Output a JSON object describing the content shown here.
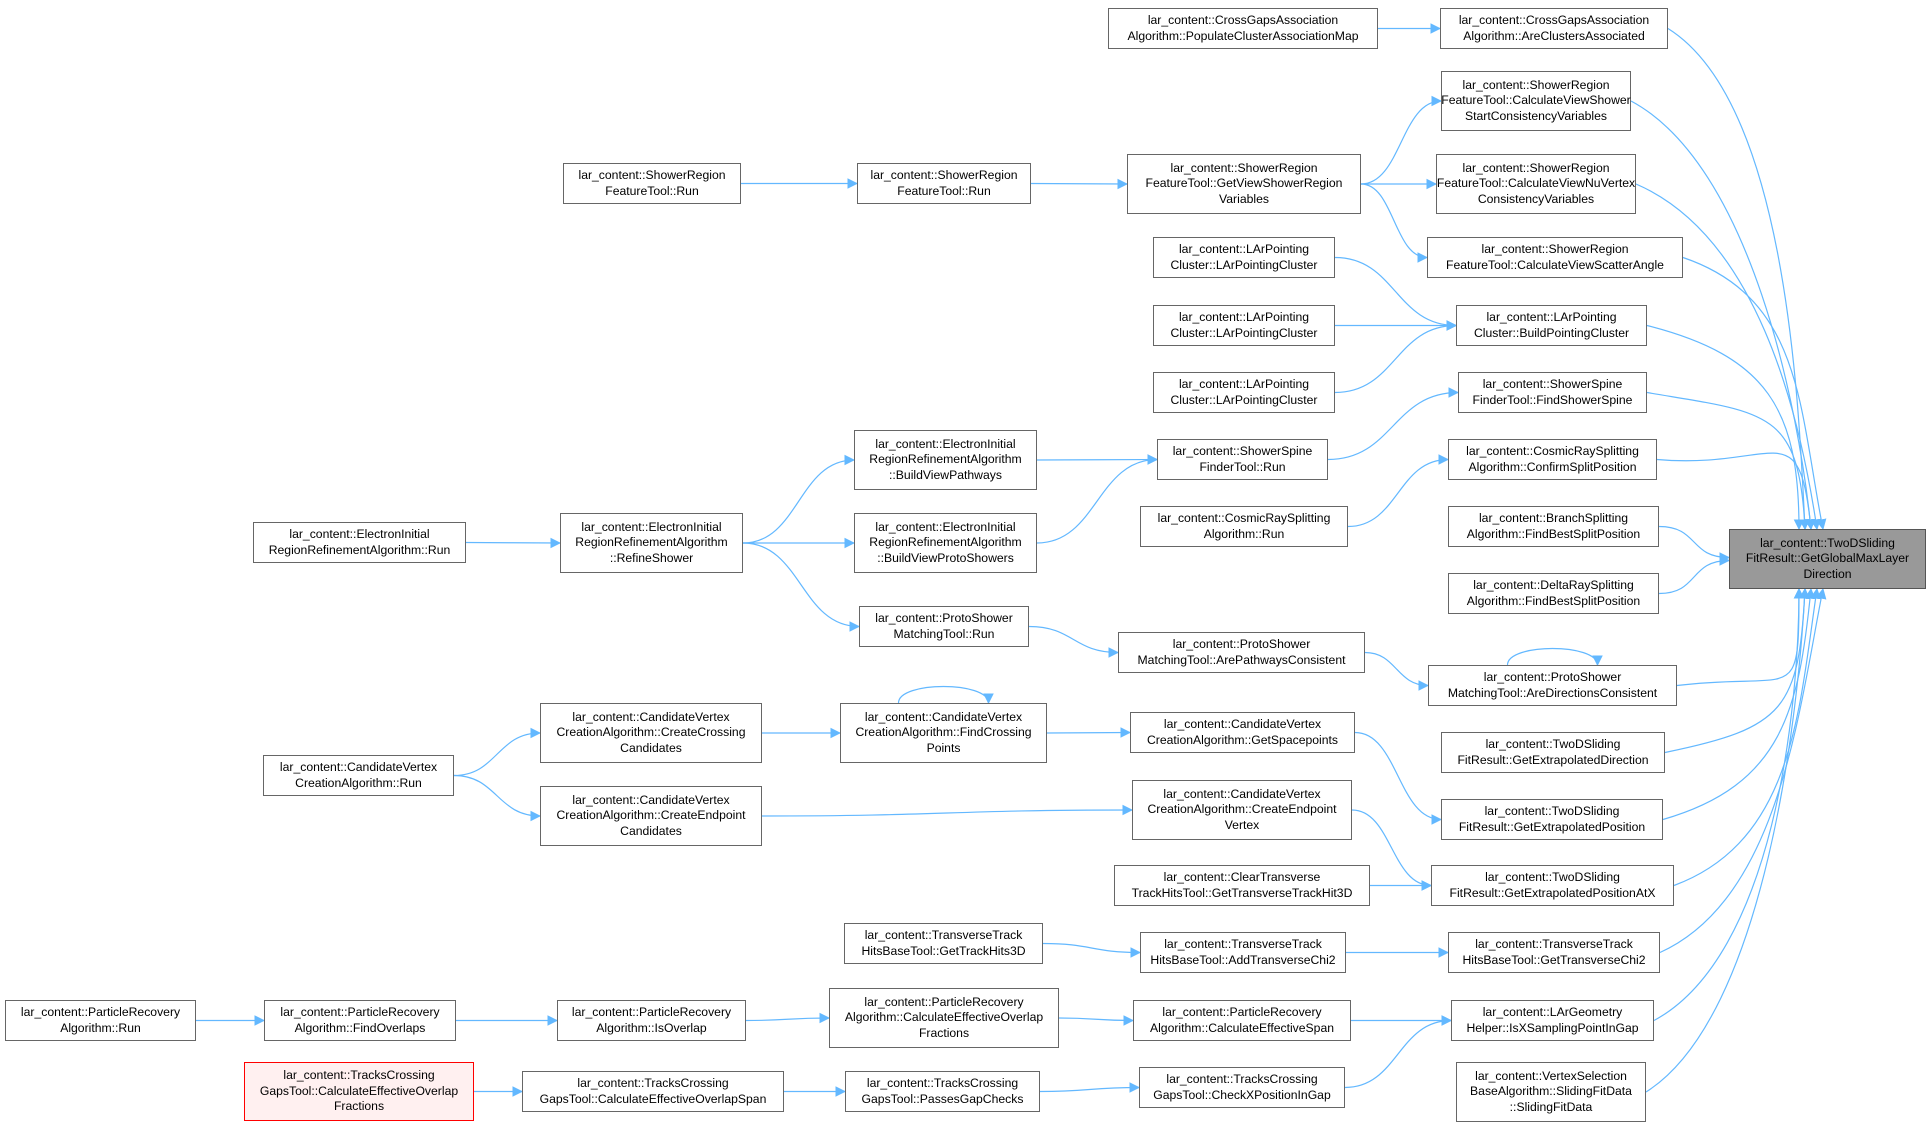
{
  "colors": {
    "edge": "#63b8ff",
    "node_border": "#666666",
    "root_fill": "#999999",
    "highlight_border": "#ff0000",
    "highlight_fill": "#fff0f0"
  },
  "nodes": [
    {
      "id": "root",
      "lines": [
        "lar_content::TwoDSliding",
        "FitResult::GetGlobalMaxLayer",
        "Direction"
      ],
      "kind": "root"
    },
    {
      "id": "cg_assoc",
      "lines": [
        "lar_content::CrossGapsAssociation",
        "Algorithm::AreClustersAssociated"
      ]
    },
    {
      "id": "cg_populate",
      "lines": [
        "lar_content::CrossGapsAssociation",
        "Algorithm::PopulateClusterAssociationMap"
      ]
    },
    {
      "id": "sr_start",
      "lines": [
        "lar_content::ShowerRegion",
        "FeatureTool::CalculateViewShower",
        "StartConsistencyVariables"
      ]
    },
    {
      "id": "sr_nuvertex",
      "lines": [
        "lar_content::ShowerRegion",
        "FeatureTool::CalculateViewNuVertex",
        "ConsistencyVariables"
      ]
    },
    {
      "id": "sr_scatter",
      "lines": [
        "lar_content::ShowerRegion",
        "FeatureTool::CalculateViewScatterAngle"
      ]
    },
    {
      "id": "sr_getview",
      "lines": [
        "lar_content::ShowerRegion",
        "FeatureTool::GetViewShowerRegion",
        "Variables"
      ]
    },
    {
      "id": "sr_run2",
      "lines": [
        "lar_content::ShowerRegion",
        "FeatureTool::Run"
      ]
    },
    {
      "id": "sr_run1",
      "lines": [
        "lar_content::ShowerRegion",
        "FeatureTool::Run"
      ]
    },
    {
      "id": "lpc_build",
      "lines": [
        "lar_content::LArPointing",
        "Cluster::BuildPointingCluster"
      ]
    },
    {
      "id": "lpc1",
      "lines": [
        "lar_content::LArPointing",
        "Cluster::LArPointingCluster"
      ]
    },
    {
      "id": "lpc2",
      "lines": [
        "lar_content::LArPointing",
        "Cluster::LArPointingCluster"
      ]
    },
    {
      "id": "lpc3",
      "lines": [
        "lar_content::LArPointing",
        "Cluster::LArPointingCluster"
      ]
    },
    {
      "id": "ss_find",
      "lines": [
        "lar_content::ShowerSpine",
        "FinderTool::FindShowerSpine"
      ]
    },
    {
      "id": "ss_run",
      "lines": [
        "lar_content::ShowerSpine",
        "FinderTool::Run"
      ]
    },
    {
      "id": "eir_pathways",
      "lines": [
        "lar_content::ElectronInitial",
        "RegionRefinementAlgorithm",
        "::BuildViewPathways"
      ]
    },
    {
      "id": "eir_protoshowers",
      "lines": [
        "lar_content::ElectronInitial",
        "RegionRefinementAlgorithm",
        "::BuildViewProtoShowers"
      ]
    },
    {
      "id": "eir_refine",
      "lines": [
        "lar_content::ElectronInitial",
        "RegionRefinementAlgorithm",
        "::RefineShower"
      ]
    },
    {
      "id": "eir_run",
      "lines": [
        "lar_content::ElectronInitial",
        "RegionRefinementAlgorithm::Run"
      ]
    },
    {
      "id": "crs_confirm",
      "lines": [
        "lar_content::CosmicRaySplitting",
        "Algorithm::ConfirmSplitPosition"
      ]
    },
    {
      "id": "crs_run",
      "lines": [
        "lar_content::CosmicRaySplitting",
        "Algorithm::Run"
      ]
    },
    {
      "id": "bs_find",
      "lines": [
        "lar_content::BranchSplitting",
        "Algorithm::FindBestSplitPosition"
      ]
    },
    {
      "id": "drs_find",
      "lines": [
        "lar_content::DeltaRaySplitting",
        "Algorithm::FindBestSplitPosition"
      ]
    },
    {
      "id": "psm_run",
      "lines": [
        "lar_content::ProtoShower",
        "MatchingTool::Run"
      ]
    },
    {
      "id": "psm_pathways",
      "lines": [
        "lar_content::ProtoShower",
        "MatchingTool::ArePathwaysConsistent"
      ]
    },
    {
      "id": "psm_directions",
      "lines": [
        "lar_content::ProtoShower",
        "MatchingTool::AreDirectionsConsistent"
      ]
    },
    {
      "id": "cv_crossing",
      "lines": [
        "lar_content::CandidateVertex",
        "CreationAlgorithm::CreateCrossing",
        "Candidates"
      ]
    },
    {
      "id": "cv_find",
      "lines": [
        "lar_content::CandidateVertex",
        "CreationAlgorithm::FindCrossing",
        "Points"
      ]
    },
    {
      "id": "cv_spacepoints",
      "lines": [
        "lar_content::CandidateVertex",
        "CreationAlgorithm::GetSpacepoints"
      ]
    },
    {
      "id": "cv_run",
      "lines": [
        "lar_content::CandidateVertex",
        "CreationAlgorithm::Run"
      ]
    },
    {
      "id": "cv_endpointcand",
      "lines": [
        "lar_content::CandidateVertex",
        "CreationAlgorithm::CreateEndpoint",
        "Candidates"
      ]
    },
    {
      "id": "cv_endpointvtx",
      "lines": [
        "lar_content::CandidateVertex",
        "CreationAlgorithm::CreateEndpoint",
        "Vertex"
      ]
    },
    {
      "id": "tds_dir",
      "lines": [
        "lar_content::TwoDSliding",
        "FitResult::GetExtrapolatedDirection"
      ]
    },
    {
      "id": "tds_pos",
      "lines": [
        "lar_content::TwoDSliding",
        "FitResult::GetExtrapolatedPosition"
      ]
    },
    {
      "id": "tds_posx",
      "lines": [
        "lar_content::TwoDSliding",
        "FitResult::GetExtrapolatedPositionAtX"
      ]
    },
    {
      "id": "ct_get3d",
      "lines": [
        "lar_content::ClearTransverse",
        "TrackHitsTool::GetTransverseTrackHit3D"
      ]
    },
    {
      "id": "tt_gettrack",
      "lines": [
        "lar_content::TransverseTrack",
        "HitsBaseTool::GetTrackHits3D"
      ]
    },
    {
      "id": "tt_addchi",
      "lines": [
        "lar_content::TransverseTrack",
        "HitsBaseTool::AddTransverseChi2"
      ]
    },
    {
      "id": "tt_getchi",
      "lines": [
        "lar_content::TransverseTrack",
        "HitsBaseTool::GetTransverseChi2"
      ]
    },
    {
      "id": "pr_run",
      "lines": [
        "lar_content::ParticleRecovery",
        "Algorithm::Run"
      ]
    },
    {
      "id": "pr_overlaps",
      "lines": [
        "lar_content::ParticleRecovery",
        "Algorithm::FindOverlaps"
      ]
    },
    {
      "id": "pr_isoverlap",
      "lines": [
        "lar_content::ParticleRecovery",
        "Algorithm::IsOverlap"
      ]
    },
    {
      "id": "pr_effoverlap",
      "lines": [
        "lar_content::ParticleRecovery",
        "Algorithm::CalculateEffectiveOverlap",
        "Fractions"
      ]
    },
    {
      "id": "pr_effspan",
      "lines": [
        "lar_content::ParticleRecovery",
        "Algorithm::CalculateEffectiveSpan"
      ]
    },
    {
      "id": "lg_sampling",
      "lines": [
        "lar_content::LArGeometry",
        "Helper::IsXSamplingPointInGap"
      ]
    },
    {
      "id": "tcg_fractions",
      "lines": [
        "lar_content::TracksCrossing",
        "GapsTool::CalculateEffectiveOverlap",
        "Fractions"
      ],
      "kind": "highlight"
    },
    {
      "id": "tcg_span",
      "lines": [
        "lar_content::TracksCrossing",
        "GapsTool::CalculateEffectiveOverlapSpan"
      ]
    },
    {
      "id": "tcg_passes",
      "lines": [
        "lar_content::TracksCrossing",
        "GapsTool::PassesGapChecks"
      ]
    },
    {
      "id": "tcg_checkx",
      "lines": [
        "lar_content::TracksCrossing",
        "GapsTool::CheckXPositionInGap"
      ]
    },
    {
      "id": "vs_sliding",
      "lines": [
        "lar_content::VertexSelection",
        "BaseAlgorithm::SlidingFitData",
        "::SlidingFitData"
      ]
    }
  ],
  "edges": [
    [
      "cg_assoc",
      "root"
    ],
    [
      "sr_start",
      "root"
    ],
    [
      "sr_nuvertex",
      "root"
    ],
    [
      "sr_scatter",
      "root"
    ],
    [
      "lpc_build",
      "root"
    ],
    [
      "ss_find",
      "root"
    ],
    [
      "crs_confirm",
      "root"
    ],
    [
      "bs_find",
      "root"
    ],
    [
      "drs_find",
      "root"
    ],
    [
      "psm_directions",
      "root"
    ],
    [
      "tds_dir",
      "root"
    ],
    [
      "tds_pos",
      "root"
    ],
    [
      "tds_posx",
      "root"
    ],
    [
      "tt_getchi",
      "root"
    ],
    [
      "lg_sampling",
      "root"
    ],
    [
      "vs_sliding",
      "root"
    ],
    [
      "cg_populate",
      "cg_assoc"
    ],
    [
      "sr_getview",
      "sr_start"
    ],
    [
      "sr_getview",
      "sr_nuvertex"
    ],
    [
      "sr_getview",
      "sr_scatter"
    ],
    [
      "sr_run2",
      "sr_getview"
    ],
    [
      "sr_run1",
      "sr_run2"
    ],
    [
      "lpc1",
      "lpc_build"
    ],
    [
      "lpc2",
      "lpc_build"
    ],
    [
      "lpc3",
      "lpc_build"
    ],
    [
      "ss_run",
      "ss_find"
    ],
    [
      "eir_pathways",
      "ss_run"
    ],
    [
      "eir_protoshowers",
      "ss_run"
    ],
    [
      "eir_refine",
      "eir_pathways"
    ],
    [
      "eir_refine",
      "eir_protoshowers"
    ],
    [
      "eir_refine",
      "psm_run"
    ],
    [
      "eir_run",
      "eir_refine"
    ],
    [
      "crs_run",
      "crs_confirm"
    ],
    [
      "psm_run",
      "psm_pathways"
    ],
    [
      "psm_pathways",
      "psm_directions"
    ],
    [
      "psm_directions",
      "psm_directions"
    ],
    [
      "cv_run",
      "cv_crossing"
    ],
    [
      "cv_run",
      "cv_endpointcand"
    ],
    [
      "cv_crossing",
      "cv_find"
    ],
    [
      "cv_find",
      "cv_find"
    ],
    [
      "cv_find",
      "cv_spacepoints"
    ],
    [
      "cv_spacepoints",
      "tds_pos"
    ],
    [
      "cv_endpointcand",
      "cv_endpointvtx"
    ],
    [
      "cv_endpointvtx",
      "tds_posx"
    ],
    [
      "ct_get3d",
      "tds_posx"
    ],
    [
      "tt_gettrack",
      "tt_addchi"
    ],
    [
      "tt_addchi",
      "tt_getchi"
    ],
    [
      "pr_run",
      "pr_overlaps"
    ],
    [
      "pr_overlaps",
      "pr_isoverlap"
    ],
    [
      "pr_isoverlap",
      "pr_effoverlap"
    ],
    [
      "pr_effoverlap",
      "pr_effspan"
    ],
    [
      "pr_effspan",
      "lg_sampling"
    ],
    [
      "tcg_fractions",
      "tcg_span"
    ],
    [
      "tcg_span",
      "tcg_passes"
    ],
    [
      "tcg_passes",
      "tcg_checkx"
    ],
    [
      "tcg_checkx",
      "lg_sampling"
    ]
  ]
}
